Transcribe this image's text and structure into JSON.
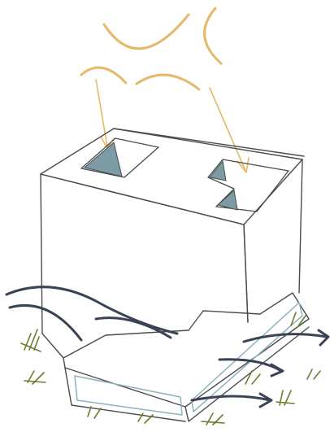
{
  "colors": {
    "outline": "#4b4b4b",
    "sun": "#e6b86a",
    "skylight_glass": "#7d9ba4",
    "glass_hatch": "#d9e6ea",
    "wind": "#3a4256",
    "grass": "#6f7a2e",
    "duct_blue": "#8fb2bd",
    "background": "#ffffff"
  },
  "elements": {
    "sun": "sun-icon",
    "building": "building-block",
    "skylights": [
      "skylight-left",
      "skylight-right"
    ],
    "ground_duct": "l-shaped-ground-duct",
    "wind_streams": [
      "wind-left-1",
      "wind-left-2",
      "wind-right-1",
      "wind-right-2",
      "wind-right-3"
    ],
    "grass_tufts": 9
  }
}
